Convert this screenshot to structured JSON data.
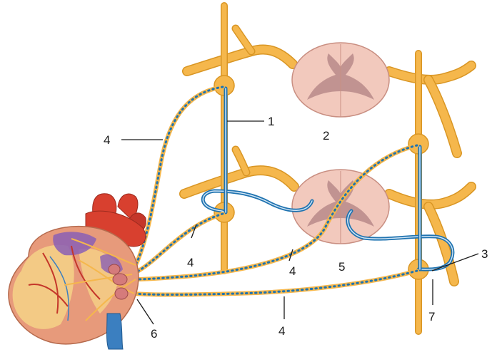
{
  "labels": {
    "1": "1",
    "2": "2",
    "3": "3",
    "4": "4",
    "5": "5",
    "6": "6",
    "7": "7"
  },
  "colors": {
    "nerve": "#f5b74c",
    "nerve_edge": "#d99624",
    "spinal_cord": "#f2c9bd",
    "grey_matter": "#b98a8a",
    "preganglionic": "#1f73b0",
    "postganglionic_dots": "#1f73b0",
    "heart_red": "#d8402f",
    "heart_fat": "#f4cf86",
    "heart_purple": "#8a5fb5",
    "vein_blue": "#3b7fc0"
  }
}
